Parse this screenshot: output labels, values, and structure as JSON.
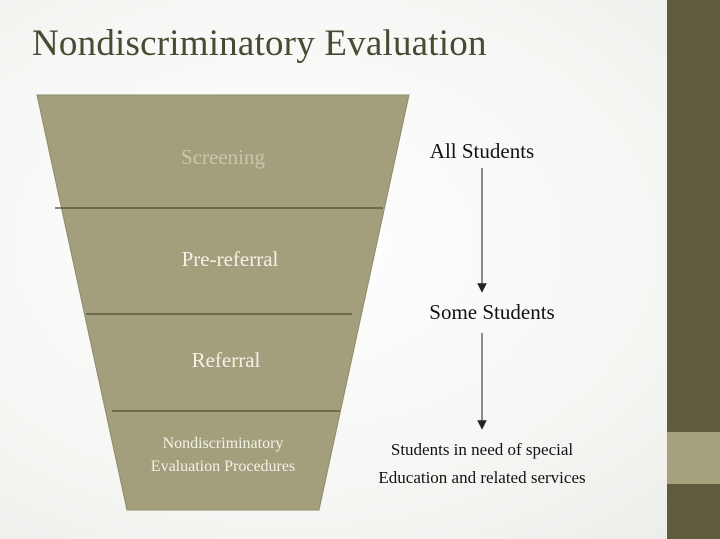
{
  "title": "Nondiscriminatory Evaluation",
  "funnel": {
    "stages": [
      {
        "label": "Screening"
      },
      {
        "label": "Pre-referral"
      },
      {
        "label": "Referral"
      },
      {
        "label_line1": "Nondiscriminatory",
        "label_line2": "Evaluation Procedures"
      }
    ]
  },
  "flow": {
    "top": "All Students",
    "middle": "Some Students",
    "bottom_line1": "Students in need of special",
    "bottom_line2": "Education and related services"
  },
  "colors": {
    "funnel_fill": "#a39f7d",
    "screening_text": "#c9c6ad",
    "stage_text": "#f2f1e6",
    "side_bar": "#5f5b3e",
    "side_accent": "#a5a17c"
  }
}
